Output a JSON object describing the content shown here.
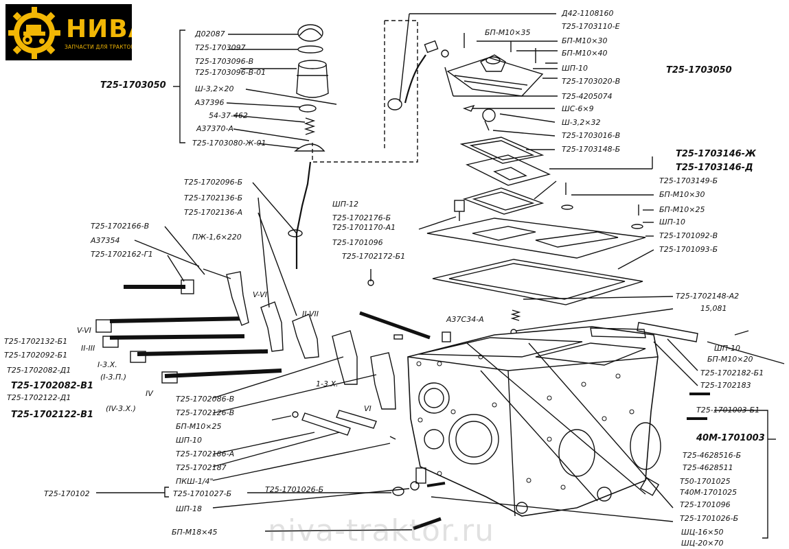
{
  "logo": {
    "brand": "НИВА",
    "subtitle": "ЗАПЧАСТИ ДЛЯ ТРАКТОРОВ"
  },
  "watermark": "niva-traktor.ru",
  "labels": {
    "l01": "Д02087",
    "l02": "Т25-1703097",
    "l03": "Т25-1703096-В",
    "l04": "Т25-1703096-В-01",
    "l05": "Ш-3,2×20",
    "l06": "А37396",
    "l07": "54-37-462",
    "l08": "А37370-А",
    "l09": "Т25-1703080-Ж-01",
    "l10": "Т25-1703050",
    "l11": "Д42-1108160",
    "l12": "Т25-1703110-Е",
    "l13": "БП-М10×35",
    "l14": "БП-М10×30",
    "l15": "БП-М10×40",
    "l16": "ШП-10",
    "l17": "Т25-1703020-В",
    "l18": "Т25-4205074",
    "l19": "ШС-6×9",
    "l20": "Ш-3,2×32",
    "l21": "Т25-1703016-В",
    "l22": "Т25-1703148-Б",
    "l23": "Т25-1703146-Ж",
    "l24": "Т25-1703146-Д",
    "l25": "Т25-1703149-Б",
    "l26": "БП-М10×30",
    "l27": "БП-М10×25",
    "l28": "ШП-10",
    "l29": "Т25-1701092-В",
    "l30": "Т25-1701093-Б",
    "l31": "Т25-1702148-А2",
    "l32": "15,081",
    "l33": "ШП-10",
    "l34": "БП-М10×20",
    "l35": "Т25-1702182-Б1",
    "l36": "Т25-1702183",
    "l37": "Т25-1701003-Б1",
    "l38": "40М-1701003",
    "l39": "Т25-4628516-Б",
    "l40": "Т25-4628511",
    "l41": "Т50-1701025",
    "l42": "Т40М-1701025",
    "l43": "Т25-1701096",
    "l44": "Т25-1701026-Б",
    "l45": "ШЦ-16×50",
    "l46": "ШЦ-20×70",
    "l47": "Т25-1703050",
    "l48": "Т25-1702096-Б",
    "l49": "Т25-1702136-Б",
    "l50": "Т25-1702136-А",
    "l51": "Т25-1702166-В",
    "l52": "А37354",
    "l53": "ПЖ-1,6×220",
    "l54": "Т25-1702162-Г1",
    "l55": "ШП-12",
    "l56": "Т25-1702176-Б",
    "l57": "Т25-1701170-А1",
    "l58": "Т25-1701096",
    "l59": "Т25-1702172-Б1",
    "l60": "А37С34-А",
    "l61": "V-VI",
    "l62": "II-VII",
    "l63": "V-VI",
    "l64": "Т25-1702132-Б1",
    "l65": "II-III",
    "l66": "Т25-1702092-Б1",
    "l67": "I-3.Х.",
    "l68": "(I-3.П.)",
    "l69": "Т25-1702082-Д1",
    "l70": "Т25-1702082-В1",
    "l71": "IV",
    "l72": "Т25-1702122-Д1",
    "l73": "(IV-3.Х.)",
    "l74": "Т25-1702122-В1",
    "l75": "1-3.Х.",
    "l76": "Т25-1702086-В",
    "l77": "Т25-1702126-В",
    "l78": "VI",
    "l79": "БП-М10×25",
    "l80": "ШП-10",
    "l81": "Т25-1702186-А",
    "l82": "Т25-1702187",
    "l83": "ПКШ-1/4\"",
    "l84": "Т25-170102",
    "l85": "Т25-1701027-Б",
    "l86": "Т25-1701026-Б",
    "l87": "ШП-18",
    "l88": "БП-М18×45"
  }
}
